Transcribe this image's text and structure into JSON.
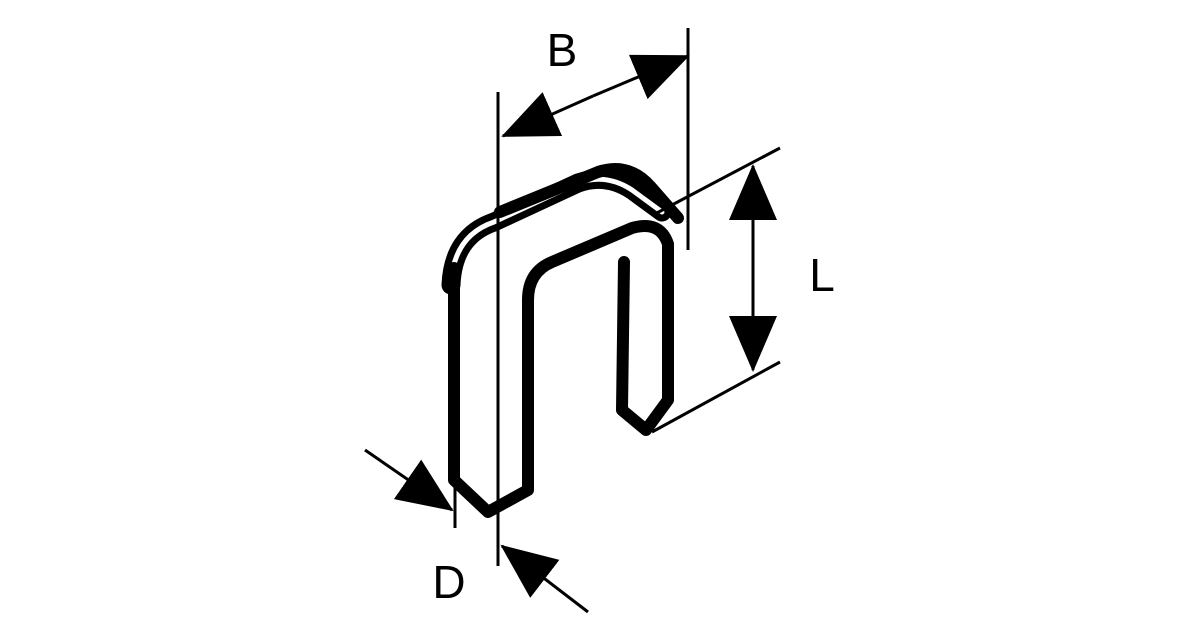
{
  "diagram": {
    "stroke_color": "#000000",
    "fill_color": "#ffffff",
    "labels": {
      "width": "B",
      "length": "L",
      "diameter": "D"
    }
  }
}
